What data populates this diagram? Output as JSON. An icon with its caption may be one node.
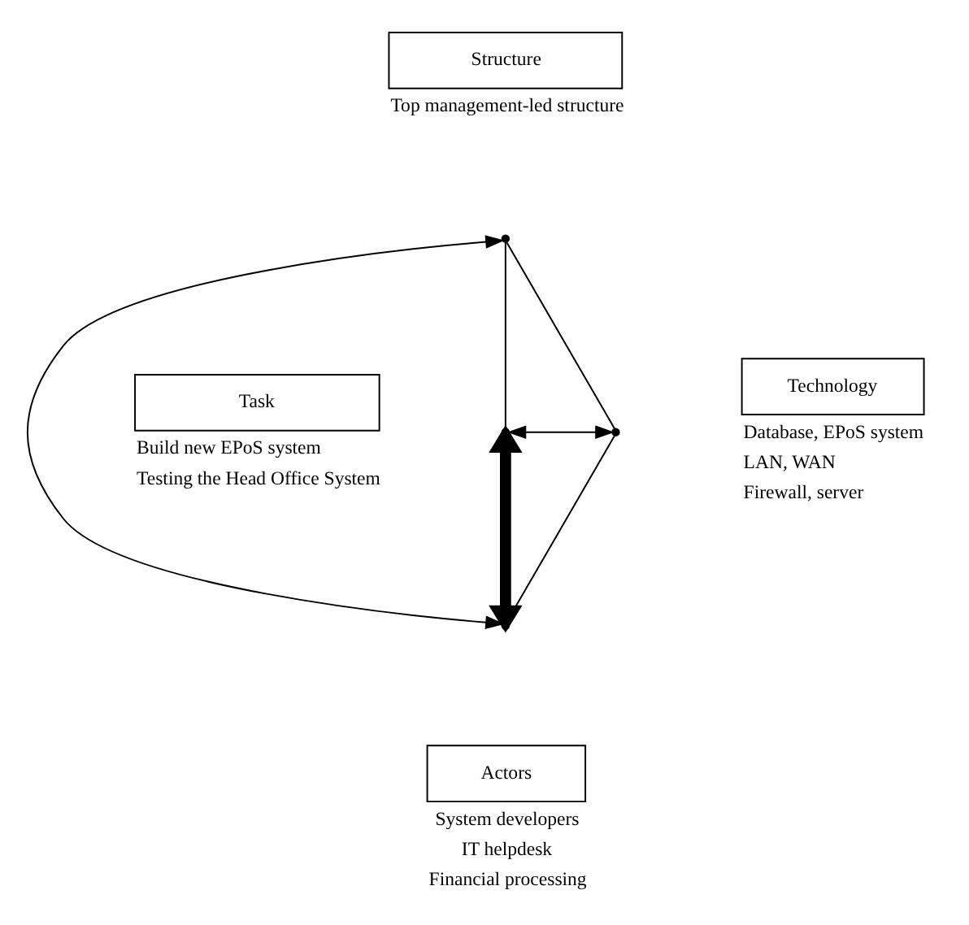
{
  "diagram": {
    "nodes": [
      {
        "text": [
          "Structure"
        ],
        "beside": [
          "Top management-led structure"
        ]
      },
      {
        "text": [],
        "shape": "point"
      },
      {
        "text": [
          "Task"
        ],
        "beside": [
          "Build new EPoS system",
          "Testing the Head Office System"
        ]
      },
      {
        "text": [],
        "shape": "point"
      },
      {
        "text": [],
        "shape": "point"
      },
      {
        "text": [
          "Technology"
        ],
        "beside": [
          "Database, EPoS system",
          "LAN, WAN",
          "Firewall, server"
        ]
      },
      {
        "text": [],
        "shape": "point"
      },
      {
        "text": [
          "Actors"
        ],
        "beside": [
          "System developers",
          "IT helpdesk",
          "Financial processing"
        ]
      }
    ],
    "edges": [
      {
        "from": 1,
        "to": 3,
        "arrow": "none"
      },
      {
        "from": 1,
        "to": 4,
        "arrow": "none"
      },
      {
        "from": 3,
        "to": 4,
        "arrow": "both"
      },
      {
        "from": 6,
        "to": 1,
        "arrow": "both"
      },
      {
        "from": 4,
        "to": 6,
        "arrow": "none"
      },
      {
        "from": 3,
        "to": 6,
        "arrow": "both",
        "style": "thick"
      }
    ]
  }
}
